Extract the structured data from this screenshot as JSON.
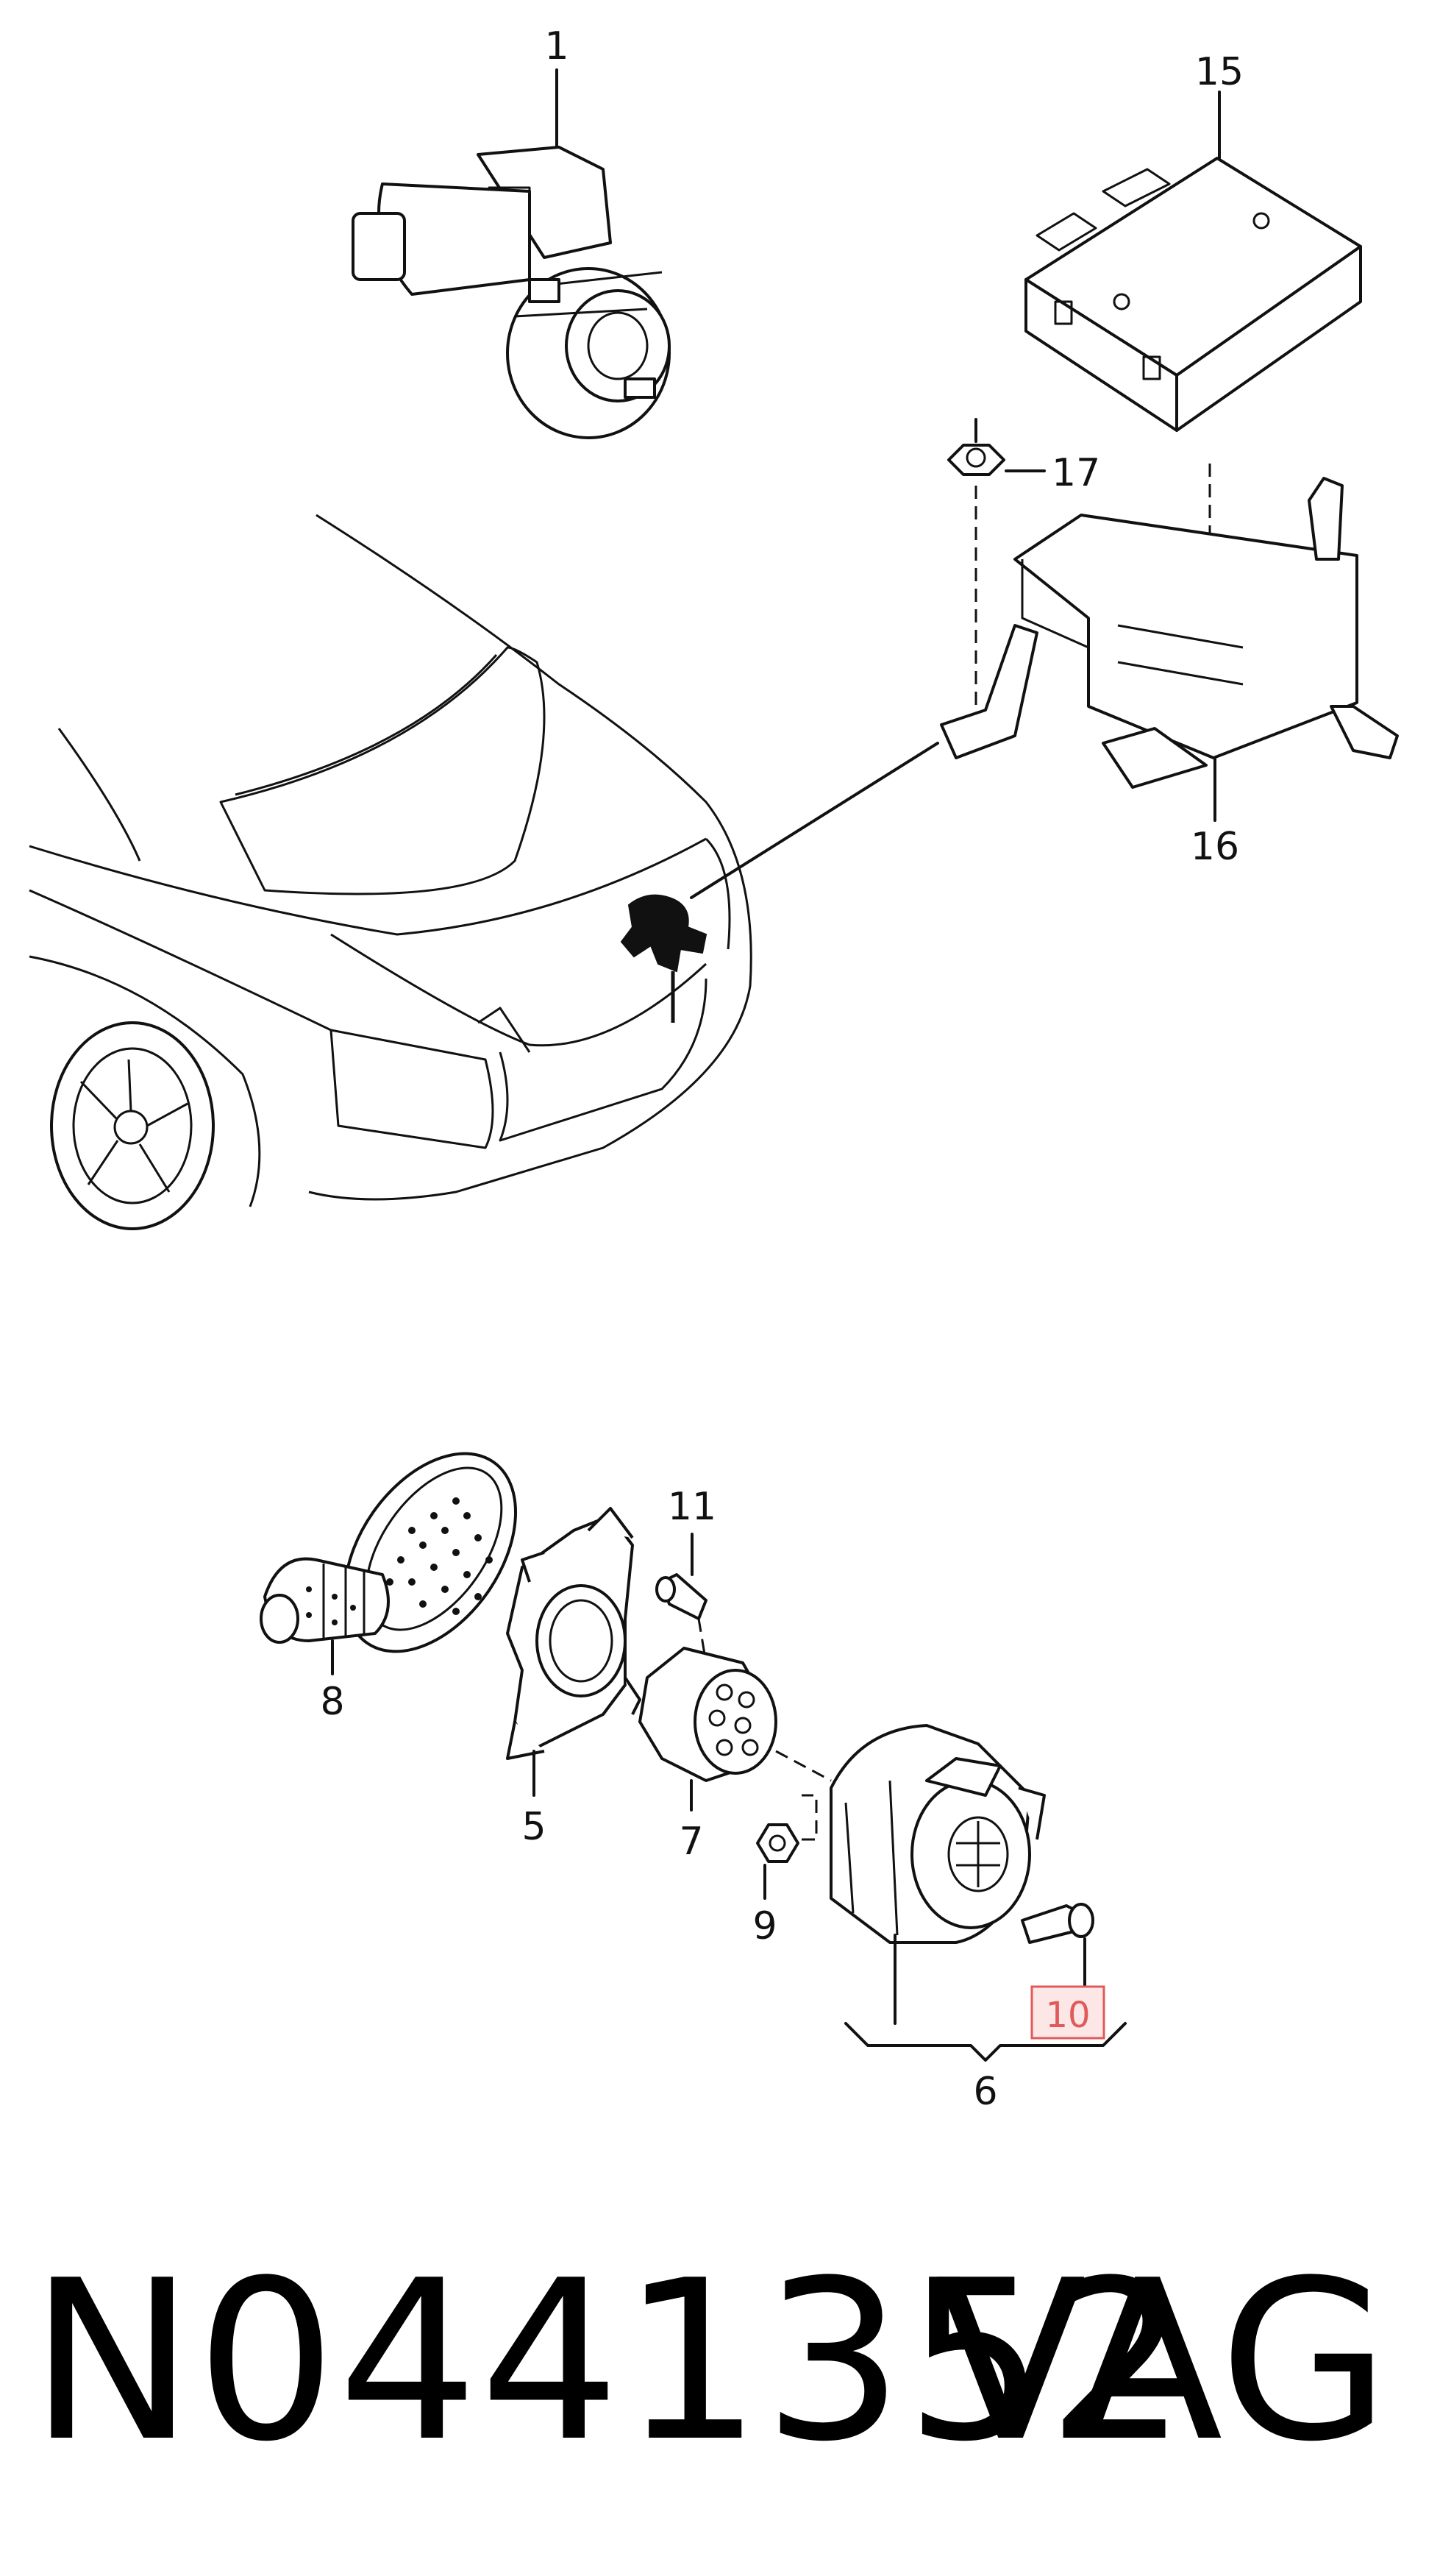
{
  "callouts": {
    "c1": "1",
    "c15": "15",
    "c17": "17",
    "c16": "16",
    "c11": "11",
    "c8": "8",
    "c5": "5",
    "c7": "7",
    "c9": "9",
    "c10": "10",
    "c6": "6"
  },
  "highlight_color": "#e05a5a",
  "highlight_fill": "#fde6e6",
  "footer": {
    "part_number": "N0441352",
    "brand": "VAG"
  }
}
